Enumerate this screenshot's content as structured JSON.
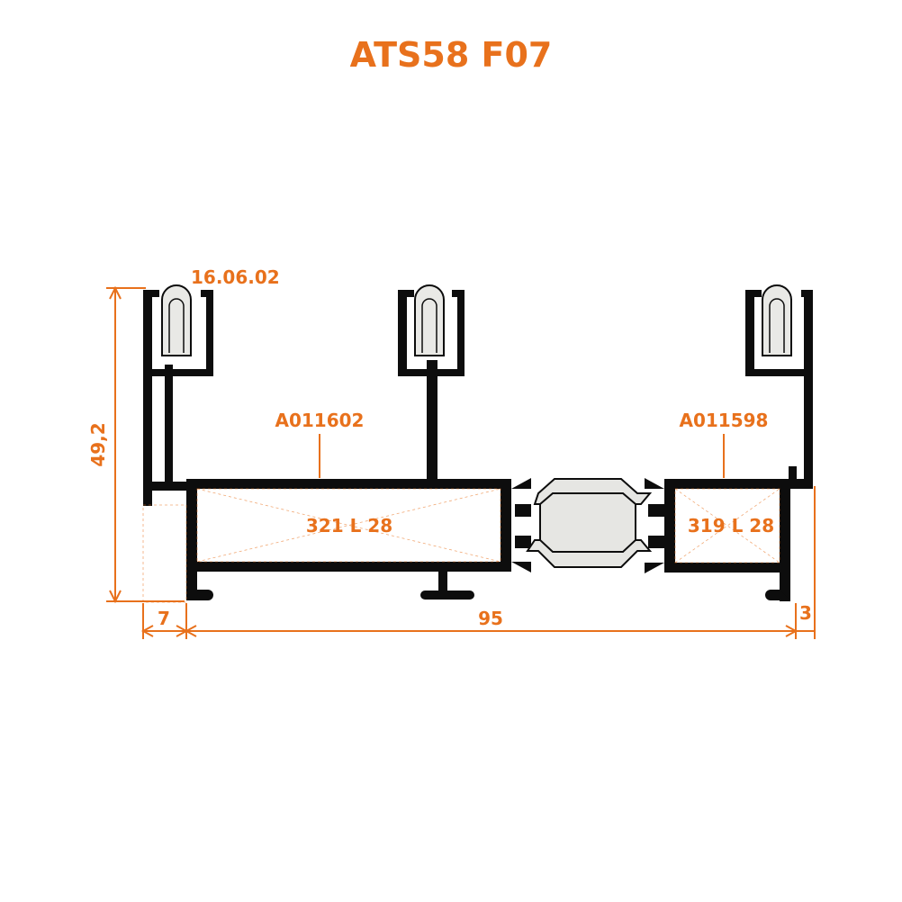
{
  "title": "ATS58 F07",
  "labels": {
    "gasket": "16.06.02",
    "profile_left": "A011602",
    "profile_right": "A011598",
    "bar_left": "321 L 28",
    "bar_right": "319 L 28"
  },
  "dimensions": {
    "height": "49,2",
    "left_offset": "7",
    "width": "95",
    "right_offset": "3"
  },
  "colors": {
    "accent": "#E8711C",
    "profile": "#0d0d0d",
    "gasket_fill": "#e9e9e6",
    "thermal_break": "#e6e6e3"
  }
}
